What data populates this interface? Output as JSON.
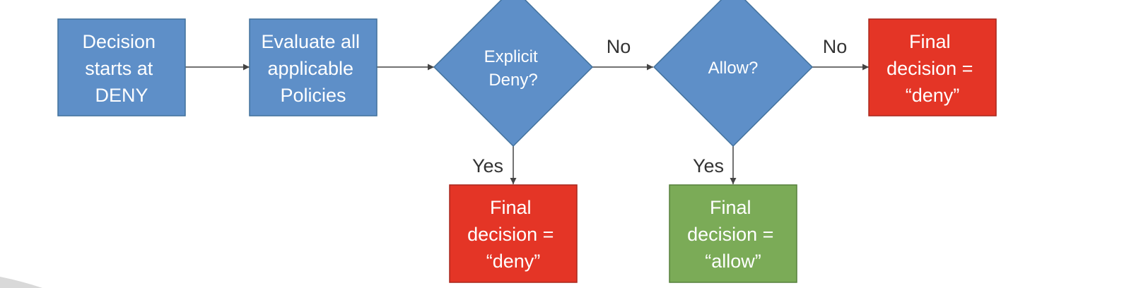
{
  "colors": {
    "process_fill": "#5e8fc8",
    "process_stroke": "#41719c",
    "deny_fill": "#e43526",
    "deny_stroke": "#a9261c",
    "allow_fill": "#7bab57",
    "allow_stroke": "#56803c",
    "edge": "#444444",
    "edge_label": "#333333",
    "corner_shade": "#d9d9d9"
  },
  "nodes": {
    "start": {
      "lines": [
        "Decision",
        "starts at",
        "DENY"
      ]
    },
    "evaluate": {
      "lines": [
        "Evaluate all",
        "applicable",
        "Policies"
      ]
    },
    "explicit_deny": {
      "lines": [
        "Explicit",
        "Deny?"
      ]
    },
    "allow_check": {
      "lines": [
        "Allow?"
      ]
    },
    "final_deny_right": {
      "lines": [
        "Final",
        "decision =",
        "“deny”"
      ]
    },
    "final_deny_bottom": {
      "lines": [
        "Final",
        "decision =",
        "“deny”"
      ]
    },
    "final_allow": {
      "lines": [
        "Final",
        "decision =",
        "“allow”"
      ]
    }
  },
  "edges": {
    "explicit_no": "No",
    "allow_no": "No",
    "explicit_yes": "Yes",
    "allow_yes": "Yes"
  }
}
